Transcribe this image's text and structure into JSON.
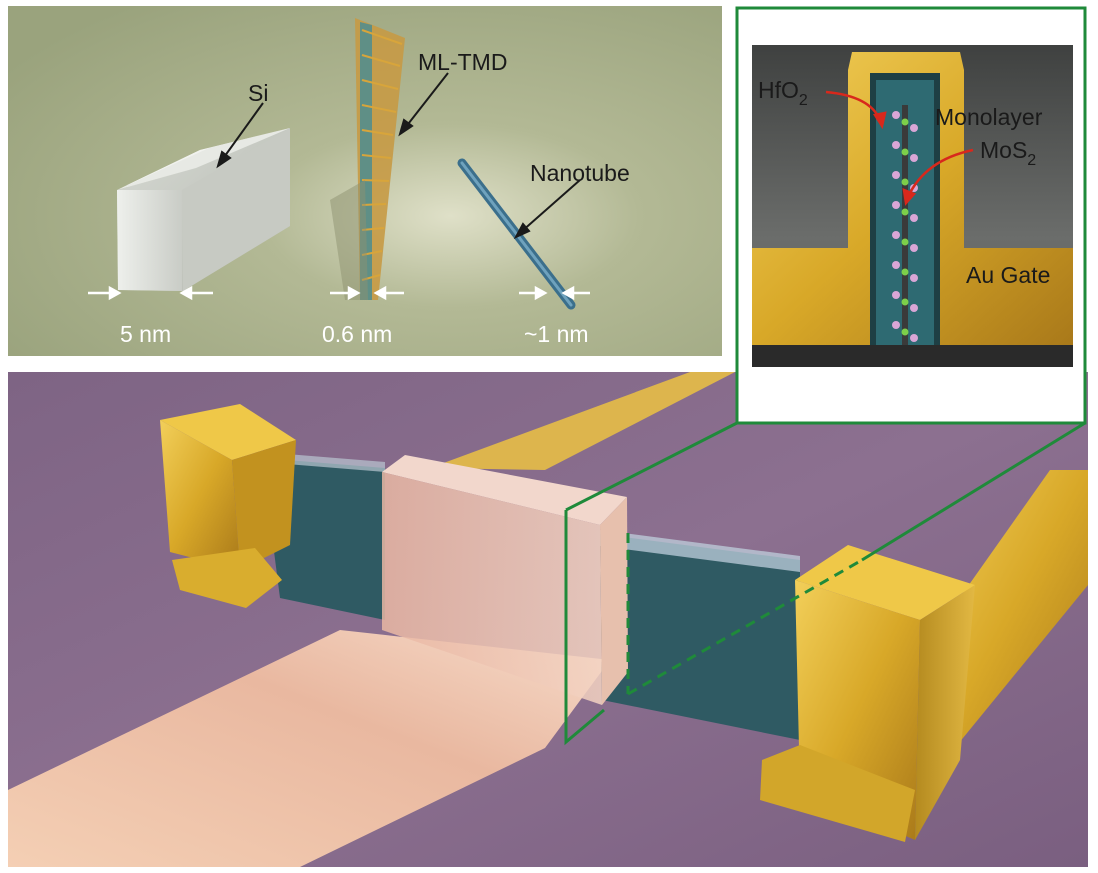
{
  "top_panel": {
    "labels": {
      "si": "Si",
      "ml_tmd": "ML-TMD",
      "nanotube": "Nanotube",
      "si_width": "5 nm",
      "tmd_width": "0.6 nm",
      "nanotube_width": "~1 nm"
    }
  },
  "inset": {
    "labels": {
      "hfo2_main": "HfO",
      "hfo2_sub": "2",
      "monolayer": "Monolayer",
      "mos2_main": "MoS",
      "mos2_sub": "2",
      "gate": "Au Gate"
    }
  },
  "colors": {
    "top_background": "#a9b088",
    "device_background": "#8a6e8e",
    "gold": "#d4a62a",
    "channel": "#2f5a63",
    "substrate_stripe": "#f0c6a8",
    "callout_green": "#1f8a3a",
    "arrow_red": "#d8281c"
  }
}
